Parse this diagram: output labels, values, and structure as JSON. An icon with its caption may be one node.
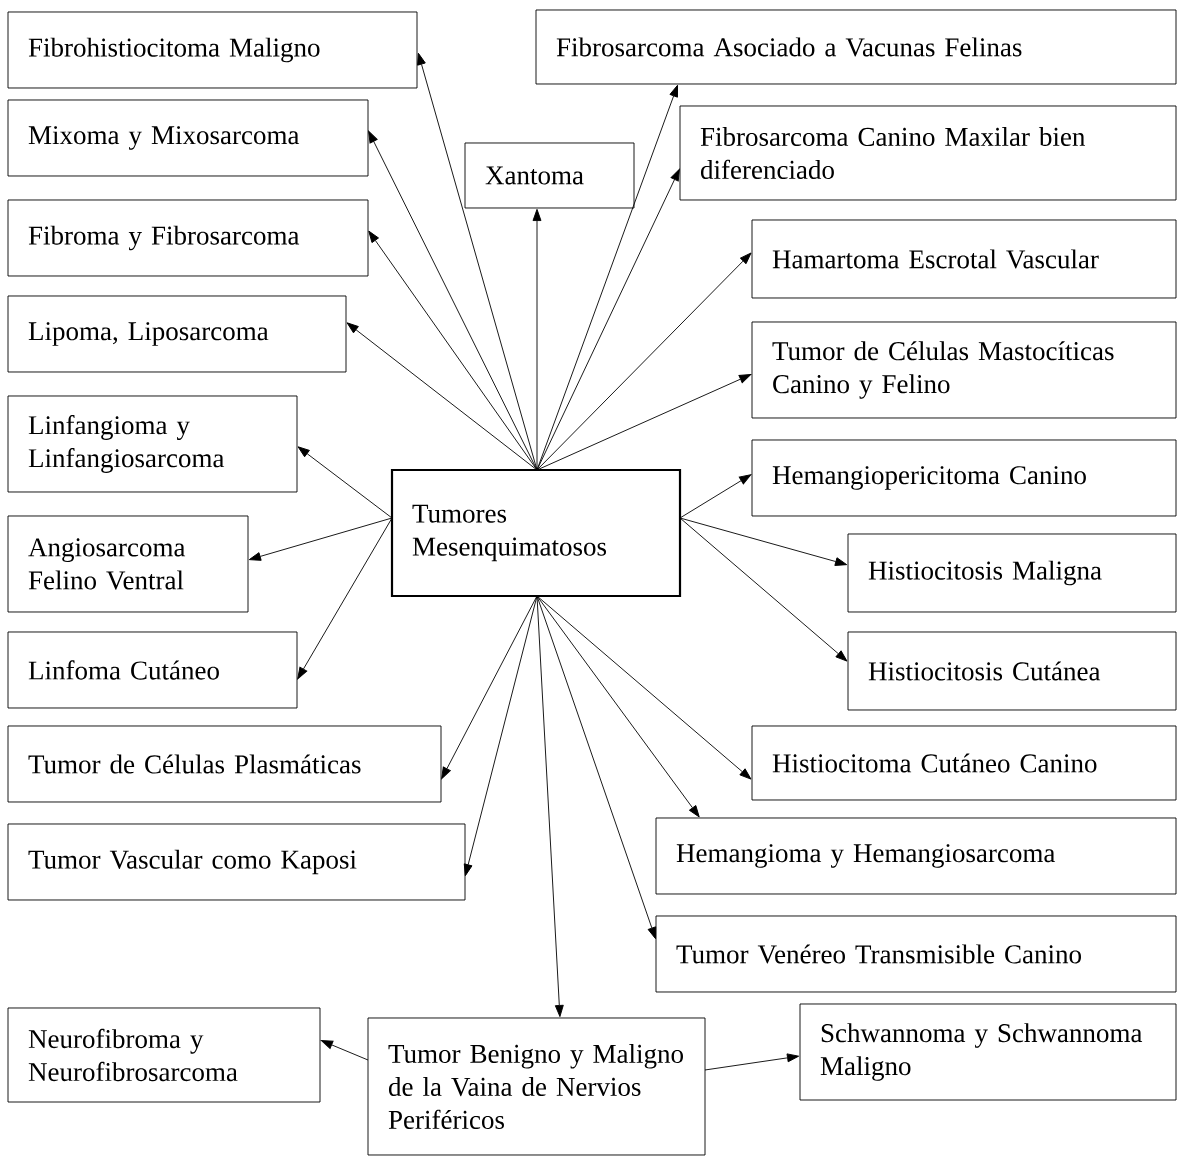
{
  "diagram": {
    "nodes": [
      {
        "text": [
          "Fibrohistiocitoma Maligno"
        ]
      },
      {
        "text": [
          "Fibrosarcoma Asociado a Vacunas Felinas"
        ]
      },
      {
        "text": [
          "Mixoma y Mixosarcoma"
        ]
      },
      {
        "text": [
          "Xantoma"
        ]
      },
      {
        "text": [
          "Fibrosarcoma Canino Maxilar bien diferenciado"
        ]
      },
      {
        "text": [
          "Fibroma y Fibrosarcoma"
        ]
      },
      {
        "text": [
          "Hamartoma Escrotal Vascular"
        ]
      },
      {
        "text": [
          "Lipoma, Liposarcoma"
        ]
      },
      {
        "text": [
          "Tumor de Células Mastocíticas Canino y Felino"
        ]
      },
      {
        "text": [
          "Linfangioma y Linfangiosarcoma"
        ]
      },
      {
        "text": [
          "Tumores Mesenquimatosos"
        ]
      },
      {
        "text": [
          "Hemangiopericitoma Canino"
        ]
      },
      {
        "text": [
          "Angiosarcoma Felino Ventral"
        ]
      },
      {
        "text": [
          "Histiocitosis Maligna"
        ]
      },
      {
        "text": [
          "Linfoma Cutáneo"
        ]
      },
      {
        "text": [
          "Histiocitosis Cutánea"
        ]
      },
      {
        "text": [
          "Tumor de Células Plasmáticas"
        ]
      },
      {
        "text": [
          "Histiocitoma Cutáneo Canino"
        ]
      },
      {
        "text": [
          "Tumor Vascular como Kaposi"
        ]
      },
      {
        "text": [
          "Hemangioma y Hemangiosarcoma"
        ]
      },
      {
        "text": [
          "Tumor Venéreo Transmisible Canino"
        ]
      },
      {
        "text": [
          "Neurofibroma y Neurofibrosarcoma"
        ]
      },
      {
        "text": [
          "Tumor Benigno y Maligno de la Vaina de Nervios Periféricos"
        ]
      },
      {
        "text": [
          "Schwannoma y Schwannoma Maligno"
        ]
      }
    ],
    "edges": [
      {
        "from": 10,
        "to": 0,
        "arrow": "to"
      },
      {
        "from": 10,
        "to": 1,
        "arrow": "to"
      },
      {
        "from": 10,
        "to": 2,
        "arrow": "to"
      },
      {
        "from": 10,
        "to": 3,
        "arrow": "to"
      },
      {
        "from": 10,
        "to": 4,
        "arrow": "to"
      },
      {
        "from": 10,
        "to": 5,
        "arrow": "to"
      },
      {
        "from": 10,
        "to": 6,
        "arrow": "to"
      },
      {
        "from": 10,
        "to": 7,
        "arrow": "to"
      },
      {
        "from": 10,
        "to": 8,
        "arrow": "to"
      },
      {
        "from": 10,
        "to": 9,
        "arrow": "to"
      },
      {
        "from": 10,
        "to": 11,
        "arrow": "to"
      },
      {
        "from": 10,
        "to": 12,
        "arrow": "to"
      },
      {
        "from": 10,
        "to": 13,
        "arrow": "to"
      },
      {
        "from": 10,
        "to": 14,
        "arrow": "to"
      },
      {
        "from": 10,
        "to": 15,
        "arrow": "to"
      },
      {
        "from": 10,
        "to": 16,
        "arrow": "to"
      },
      {
        "from": 10,
        "to": 17,
        "arrow": "to"
      },
      {
        "from": 10,
        "to": 18,
        "arrow": "to"
      },
      {
        "from": 10,
        "to": 19,
        "arrow": "to"
      },
      {
        "from": 10,
        "to": 20,
        "arrow": "to"
      },
      {
        "from": 10,
        "to": 22,
        "arrow": "to"
      },
      {
        "from": 22,
        "to": 21,
        "arrow": "to"
      },
      {
        "from": 22,
        "to": 23,
        "arrow": "to"
      }
    ]
  }
}
